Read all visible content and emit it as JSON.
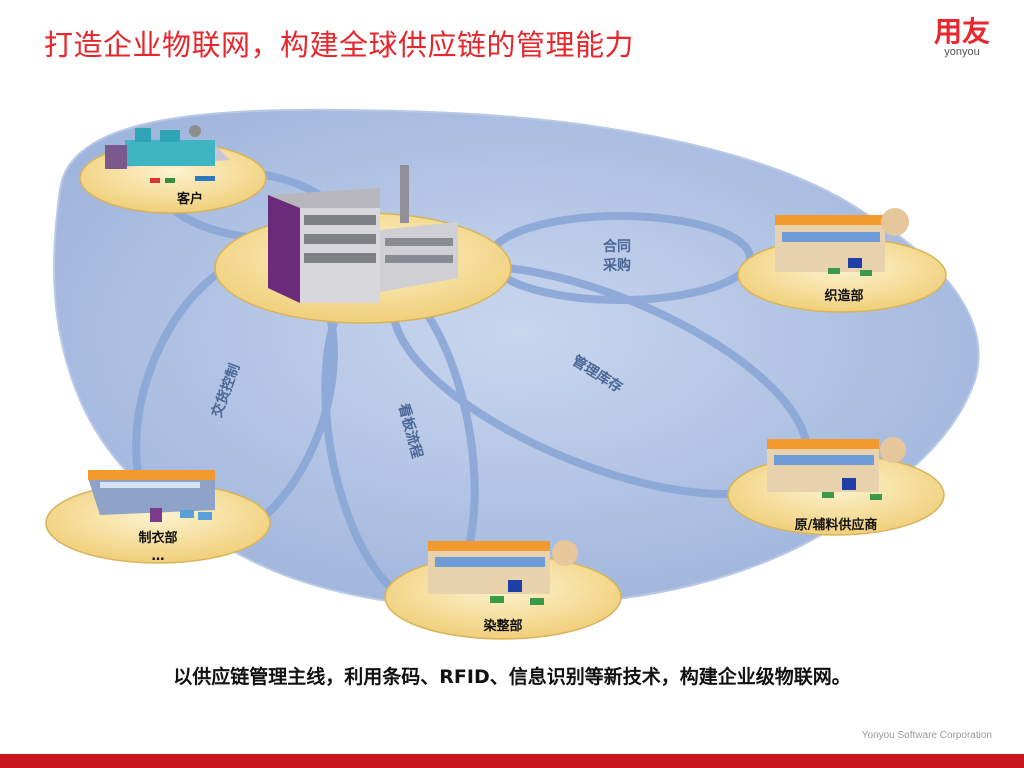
{
  "header": {
    "title": "打造企业物联网，构建全球供应链的管理能力",
    "logo_mark": "用友",
    "logo_sub": "yonyou"
  },
  "nodes": {
    "customer": "客户",
    "weaving": "织造部",
    "garment": "制衣部",
    "garment_more": "…",
    "dyeing": "染整部",
    "supplier": "原/辅料供应商"
  },
  "flows": {
    "contract_line1": "合同",
    "contract_line2": "采购",
    "inventory": "管理库存",
    "delivery": "交货控制",
    "kanban": "看板流程"
  },
  "bottom_text": "以供应链管理主线，利用条码、RFID、信息识别等新技术，构建企业级物联网。",
  "footer": "Yonyou Software Corporation",
  "colors": {
    "accent": "#e8262b",
    "cloud": "#a9bde0",
    "ring": "#8aa6d6",
    "platform": "#f6dc95",
    "bar": "#c8161d"
  }
}
